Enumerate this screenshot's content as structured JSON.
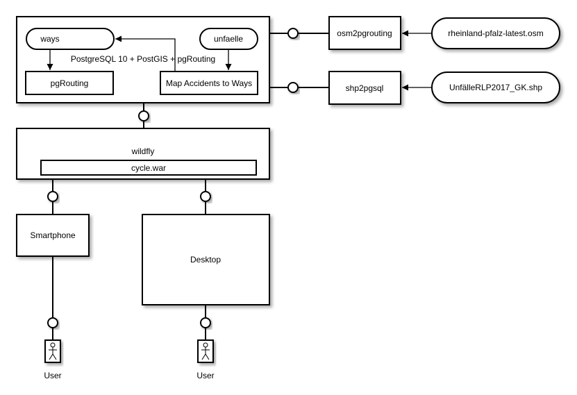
{
  "diagram": {
    "postgres_label": "PostgreSQL 10 + PostGIS + pgRouting",
    "ways_label": "ways",
    "unfaelle_label": "unfaelle",
    "pgrouting_label": "pgRouting",
    "map_accidents_label": "Map Accidents to Ways",
    "osm2pgrouting_label": "osm2pgrouting",
    "osm_file_label": "rheinland-pfalz-latest.osm",
    "shp2pgsql_label": "shp2pgsql",
    "shp_file_label": "UnfälleRLP2017_GK.shp",
    "wildfly_label": "wildfly",
    "war_label": "cycle.war",
    "smartphone_label": "Smartphone",
    "desktop_label": "Desktop",
    "user_left_label": "User",
    "user_right_label": "User"
  }
}
